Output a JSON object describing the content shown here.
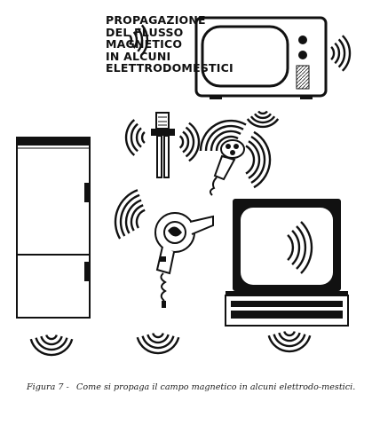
{
  "title": {
    "lines": [
      "PROPAGAZIONE",
      "DEL FLUSSO",
      "MAGNETICO",
      "IN ALCUNI",
      "ELETTRODOMESTICI"
    ]
  },
  "caption": {
    "label": "Figura 7 -",
    "text": "Come si propaga il campo magnetico in alcuni elettrodo-mestici."
  },
  "icons": [
    "tv-icon",
    "lamp-icon",
    "shaver-icon",
    "fridge-icon",
    "hairdryer-icon",
    "monitor-icon"
  ],
  "colors": {
    "ink": "#111111",
    "paper": "#ffffff"
  }
}
